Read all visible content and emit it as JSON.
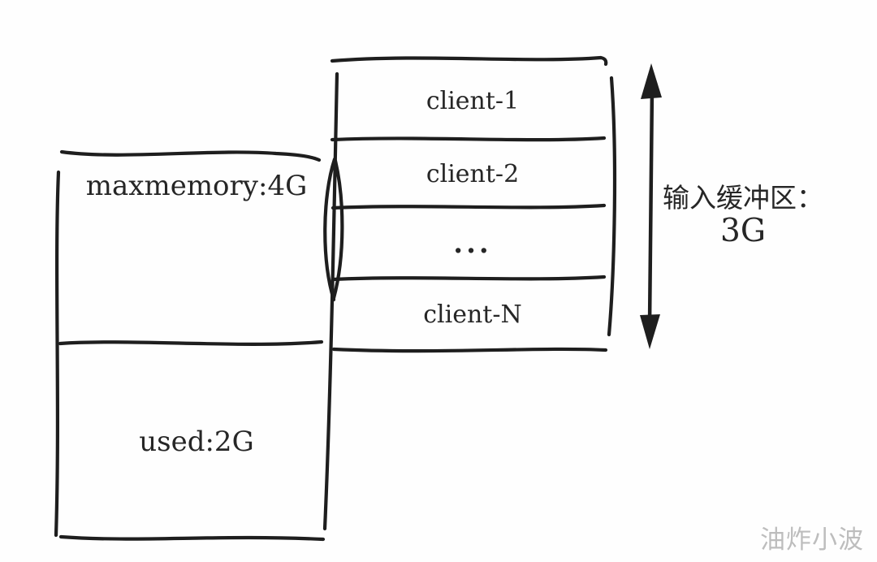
{
  "colors": {
    "ink": "#1e1e1e",
    "background": "#fefefe",
    "text": "#262626",
    "watermark": "#bdbdbd"
  },
  "memory_box": {
    "maxmemory_label": "maxmemory:4G",
    "used_label": "used:2G"
  },
  "client_stack": {
    "rows": [
      {
        "label": "client-1"
      },
      {
        "label": "client-2"
      },
      {
        "label": "..."
      },
      {
        "label": "client-N"
      }
    ]
  },
  "buffer_annotation": {
    "line1": "输入缓冲区：",
    "line2": "3G"
  },
  "watermark": "油炸小波"
}
